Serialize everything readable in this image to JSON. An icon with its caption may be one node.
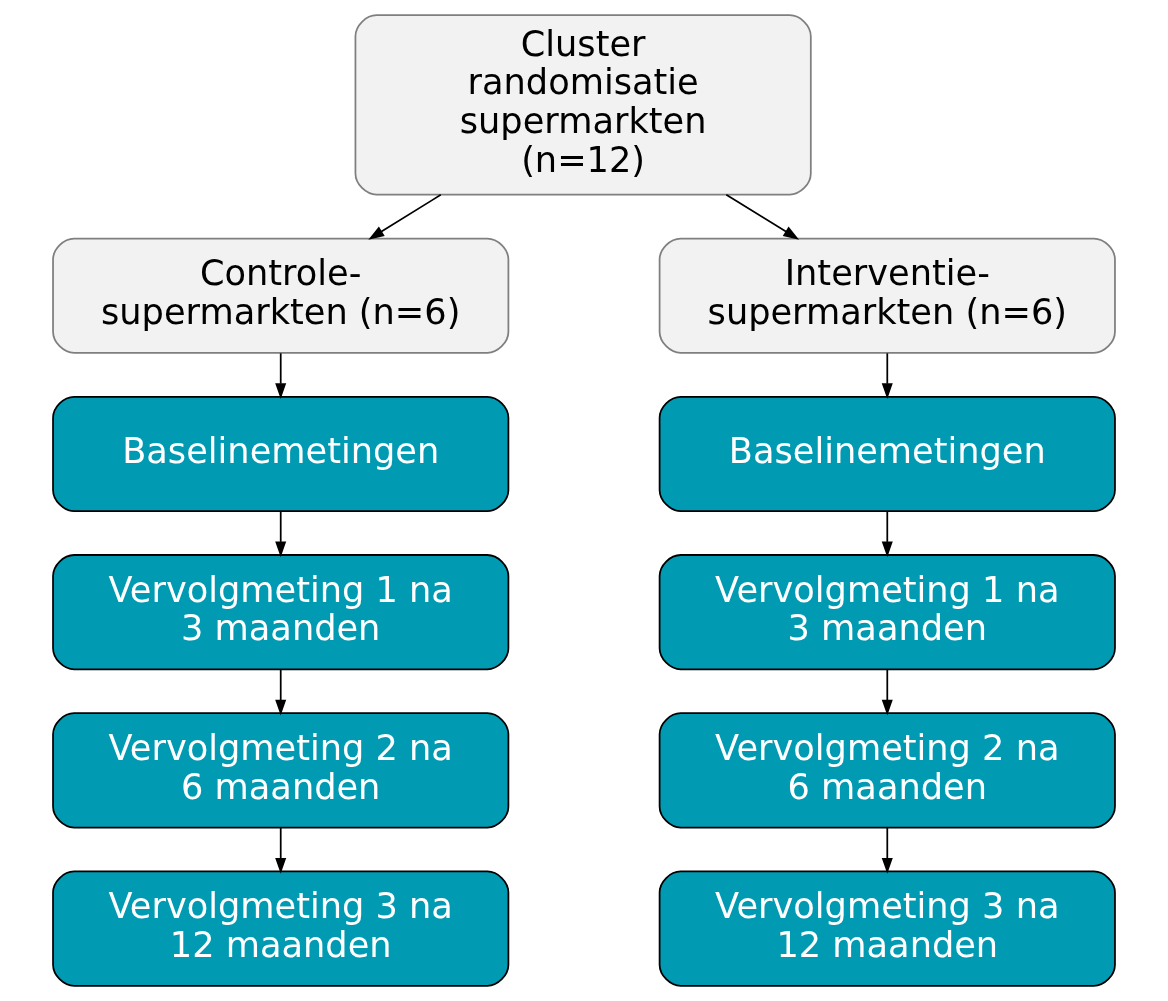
{
  "diagram": {
    "nodes": [
      {
        "text": [
          "Cluster randomisatie supermarkten (n=12)"
        ]
      },
      {
        "text": [
          "Controle- supermarkten (n=6)"
        ]
      },
      {
        "text": [
          "Interventie- supermarkten (n=6)"
        ]
      },
      {
        "text": [
          "Baselinemetingen"
        ]
      },
      {
        "text": [
          "Baselinemetingen"
        ]
      },
      {
        "text": [
          "Vervolgmeting 1 na 3 maanden"
        ]
      },
      {
        "text": [
          "Vervolgmeting 1 na 3 maanden"
        ]
      },
      {
        "text": [
          "Vervolgmeting 2 na 6 maanden"
        ]
      },
      {
        "text": [
          "Vervolgmeting 2 na 6 maanden"
        ]
      },
      {
        "text": [
          "Vervolgmeting 3 na 12 maanden"
        ]
      },
      {
        "text": [
          "Vervolgmeting 3 na 12 maanden"
        ]
      }
    ],
    "edges": [
      {
        "from": 0,
        "to": 1,
        "arrow": "to"
      },
      {
        "from": 0,
        "to": 2,
        "arrow": "to"
      },
      {
        "from": 1,
        "to": 3,
        "arrow": "to"
      },
      {
        "from": 2,
        "to": 4,
        "arrow": "to"
      },
      {
        "from": 3,
        "to": 5,
        "arrow": "to"
      },
      {
        "from": 4,
        "to": 6,
        "arrow": "to"
      },
      {
        "from": 5,
        "to": 7,
        "arrow": "to"
      },
      {
        "from": 6,
        "to": 8,
        "arrow": "to"
      },
      {
        "from": 7,
        "to": 9,
        "arrow": "to"
      },
      {
        "from": 8,
        "to": 10,
        "arrow": "to"
      }
    ]
  }
}
